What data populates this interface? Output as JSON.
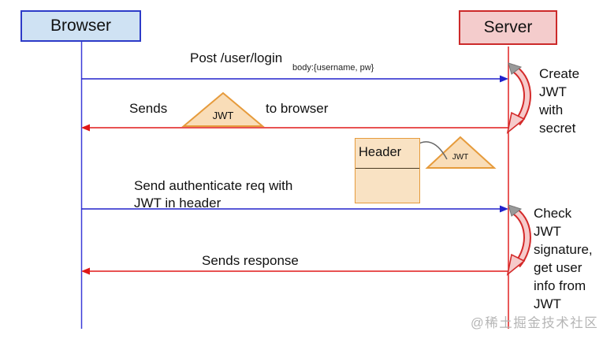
{
  "actors": {
    "browser": "Browser",
    "server": "Server"
  },
  "messages": {
    "login": {
      "label": "Post /user/login",
      "body": "body:{username, pw}"
    },
    "send_jwt": {
      "prefix": "Sends",
      "suffix": "to browser"
    },
    "auth": {
      "label": "Send authenticate req with\nJWT in header"
    },
    "response": {
      "label": "Sends response"
    }
  },
  "tokens": {
    "jwt_large": "JWT",
    "jwt_small": "JWT"
  },
  "header_box": {
    "title": "Header"
  },
  "annotations": {
    "create": "Create\nJWT\nwith\nsecret",
    "check": "Check\nJWT\nsignature,\nget user\ninfo from\nJWT"
  },
  "watermark": "@稀土掘金技术社区",
  "colors": {
    "browser_fill": "#cfe2f3",
    "browser_border": "#2d3bc8",
    "server_fill": "#f4cccc",
    "server_border": "#cc2a2a",
    "blue_arrow": "#2222cc",
    "red_arrow": "#e01818",
    "jwt_fill": "#f9ddb8",
    "jwt_border": "#e69b3c",
    "watermark_text": "#b5b5b5"
  }
}
